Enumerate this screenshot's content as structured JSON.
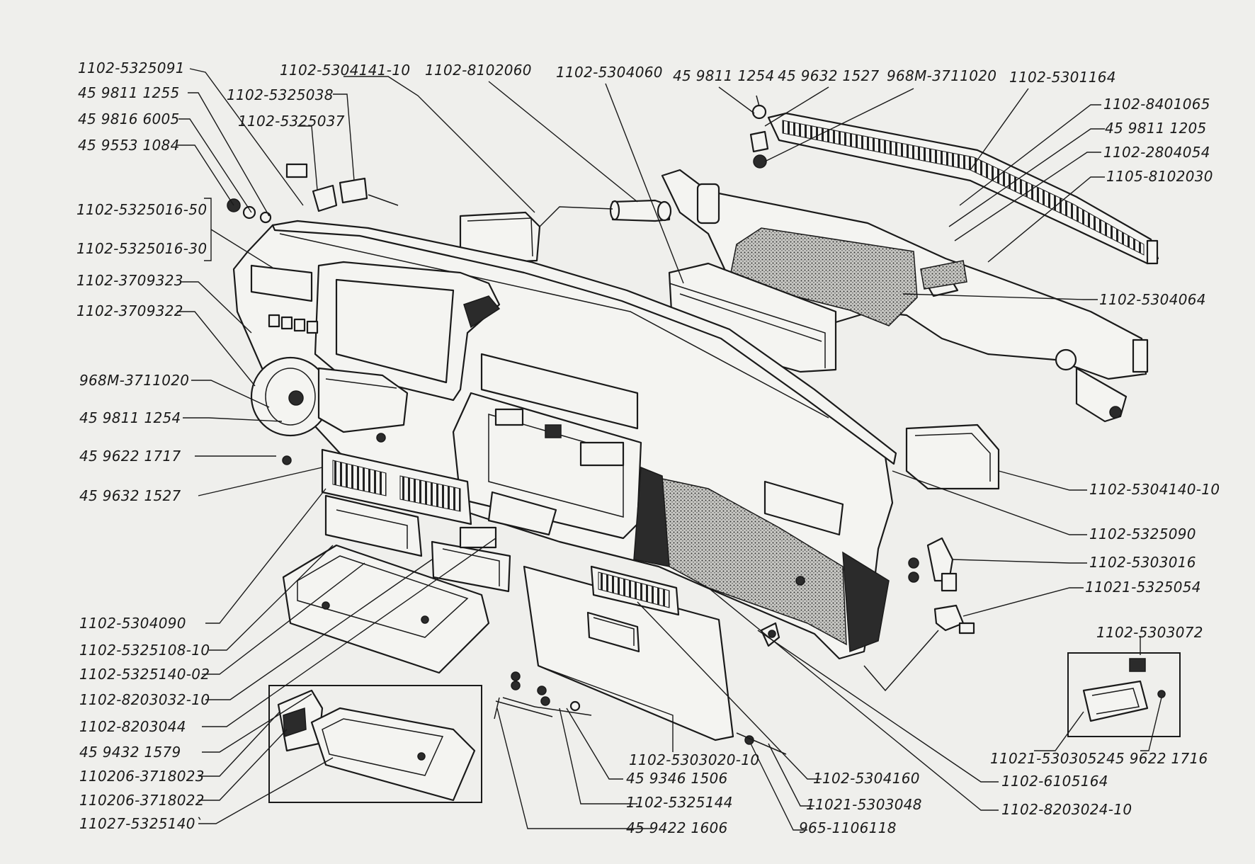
{
  "diagram": {
    "labels_left": [
      "1102-5325091",
      "45 9811 1255",
      "45 9816 6005",
      "45 9553 1084",
      "1102-5325016-50",
      "1102-5325016-30",
      "1102-3709323",
      "1102-3709322",
      "968M-3711020",
      "45 9811 1254",
      "45 9622 1717",
      "45 9632 1527",
      "1102-5304090",
      "1102-5325108-10",
      "1102-5325140-02",
      "1102-8203032-10",
      "1102-8203044",
      "45 9432 1579",
      "110206-3718023",
      "110206-3718022",
      "11027-5325140`"
    ],
    "labels_top": [
      "1102-5304141-10",
      "1102-5325038",
      "1102-5325037",
      "1102-8102060",
      "1102-5304060",
      "45 9811 1254",
      "45 9632 1527",
      "968M-3711020",
      "1102-5301164"
    ],
    "labels_right": [
      "1102-8401065",
      "45 9811 1205",
      "1102-2804054",
      "1105-8102030",
      "1102-5304064",
      "1102-5304140-10",
      "1102-5325090",
      "1102-5303016",
      "11021-5325054",
      "1102-5303072",
      "11021-5303052",
      "45 9622 1716"
    ],
    "labels_bottom": [
      "1102-5303020-10",
      "45 9346 1506",
      "1102-5325144",
      "45 9422 1606",
      "1102-5304160",
      "11021-5303048",
      "965-1106118",
      "1102-6105164",
      "1102-8203024-10"
    ]
  }
}
